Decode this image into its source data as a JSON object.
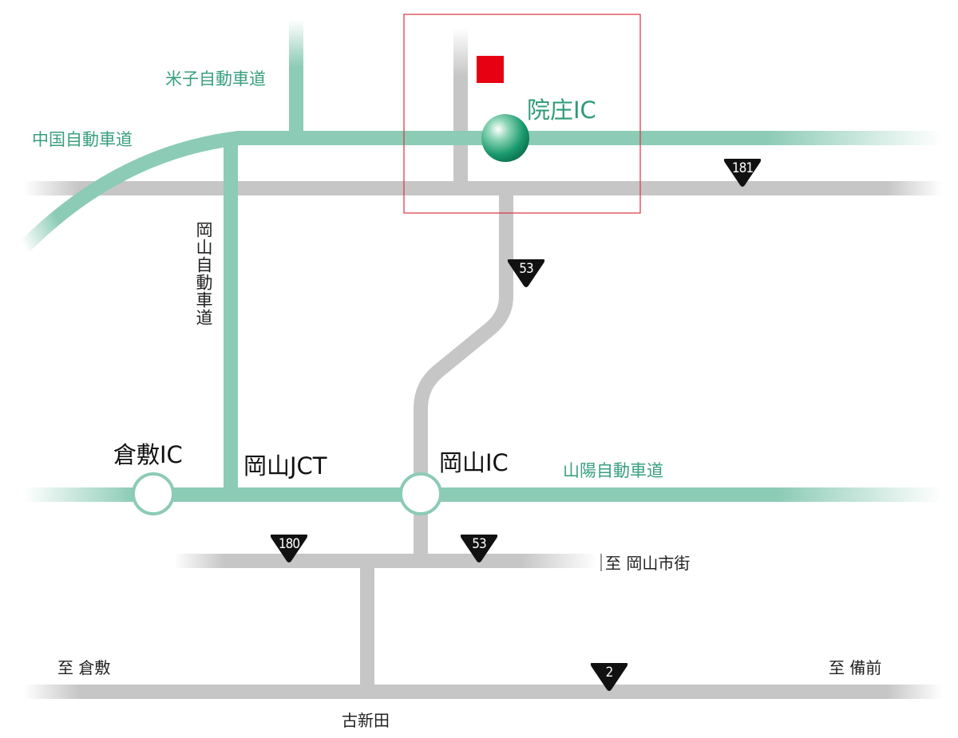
{
  "expressways": {
    "chugoku": "中国自動車道",
    "yonago": "米子自動車道",
    "okayama": "岡山自動車道",
    "sanyo": "山陽自動車道"
  },
  "interchanges": {
    "innosho": "院庄IC",
    "kurashiki": "倉敷IC",
    "okayama_jct": "岡山JCT",
    "okayama": "岡山IC"
  },
  "routes": {
    "r181": "181",
    "r53_north": "53",
    "r180": "180",
    "r53_south": "53",
    "r2": "2"
  },
  "destinations": {
    "okayama_city": "至 岡山市街",
    "kurashiki": "至 倉敷",
    "bizen": "至 備前",
    "furuniida": "古新田"
  },
  "colors": {
    "expressway": "#8ccbb5",
    "general_road": "#c6c6c6",
    "destination_marker": "#e60012",
    "highlight_frame": "#d9333f",
    "ic_main": "#1a9a6e"
  }
}
